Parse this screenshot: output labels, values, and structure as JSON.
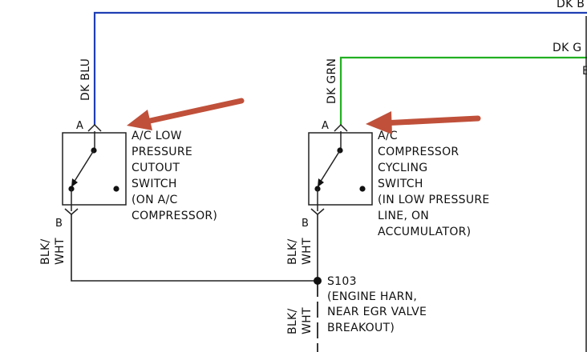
{
  "colors": {
    "dk_blu": "#1f3fb4",
    "dk_grn": "#22b022",
    "wire": "#222222",
    "arrow": "#c0503a"
  },
  "wires": {
    "top_right_blue": "DK B",
    "top_right_green": "DK G",
    "top_right_fragment": "E",
    "switch1_in": "DK BLU",
    "switch2_in": "DK GRN",
    "switch1_out_1": "BLK/",
    "switch1_out_2": "WHT",
    "switch2_out_1": "BLK/",
    "switch2_out_2": "WHT",
    "splice_out_1": "BLK/",
    "splice_out_2": "WHT"
  },
  "switch1": {
    "pin_a": "A",
    "pin_b": "B",
    "lines": [
      "A/C LOW",
      "PRESSURE",
      "CUTOUT",
      "SWITCH",
      "(ON A/C",
      "COMPRESSOR)"
    ]
  },
  "switch2": {
    "pin_a": "A",
    "pin_b": "B",
    "lines": [
      "A/C",
      "COMPRESSOR",
      "CYCLING",
      "SWITCH",
      "(IN LOW PRESSURE",
      "LINE, ON",
      "ACCUMULATOR)"
    ]
  },
  "splice": {
    "lines": [
      "S103",
      "(ENGINE HARN,",
      "NEAR EGR VALVE",
      "BREAKOUT)"
    ]
  }
}
